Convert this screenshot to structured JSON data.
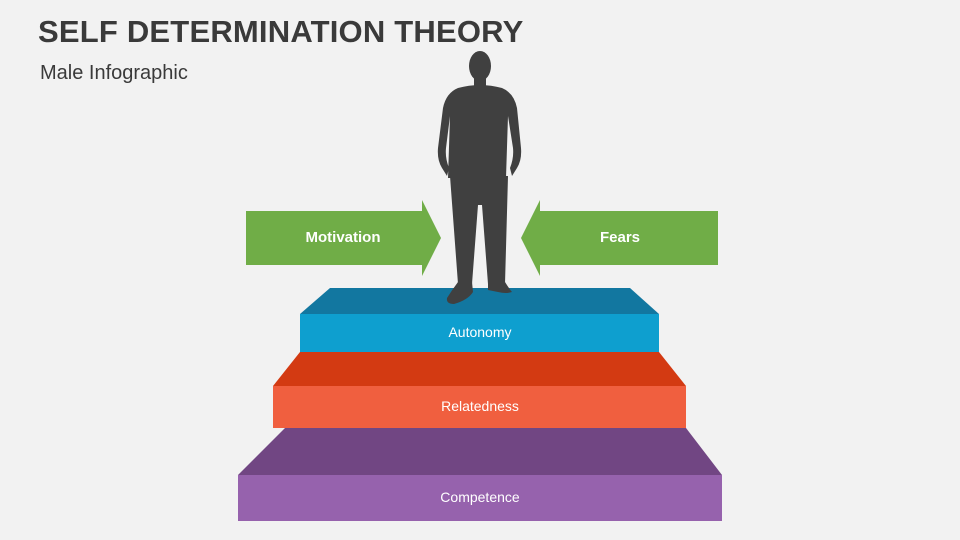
{
  "header": {
    "title": "SELF DETERMINATION THEORY",
    "subtitle": "Male Infographic"
  },
  "arrows": {
    "left": {
      "label": "Motivation",
      "color": "#70ad47"
    },
    "right": {
      "label": "Fears",
      "color": "#70ad47"
    }
  },
  "steps": [
    {
      "label": "Autonomy",
      "front_color": "#0e9fcf",
      "top_color": "#1277a0"
    },
    {
      "label": "Relatedness",
      "front_color": "#f05f3f",
      "top_color": "#d33a12"
    },
    {
      "label": "Competence",
      "front_color": "#9662ad",
      "top_color": "#714683"
    }
  ],
  "figure": {
    "icon": "businessman-silhouette-icon",
    "color": "#404040"
  }
}
